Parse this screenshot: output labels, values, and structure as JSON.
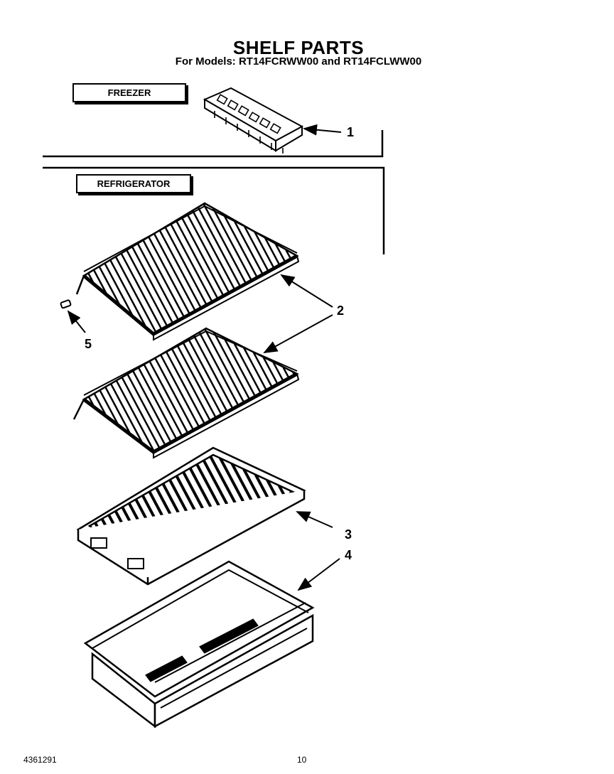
{
  "header": {
    "title": "SHELF PARTS",
    "subtitle": "For Models: RT14FCRWW00 and RT14FCLWW00"
  },
  "sections": {
    "freezer": "FREEZER",
    "refrigerator": "REFRIGERATOR"
  },
  "callouts": [
    "1",
    "2",
    "3",
    "4",
    "5"
  ],
  "footer": {
    "doc_number": "4361291",
    "page_number": "10"
  }
}
